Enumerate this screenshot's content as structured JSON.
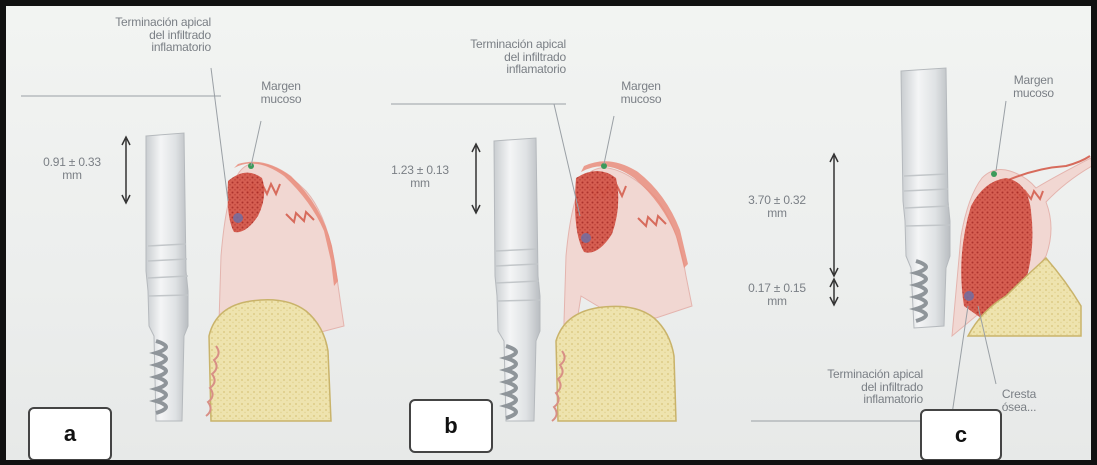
{
  "panels": [
    {
      "id": "a",
      "label": "a",
      "apical_label": "Terminación apical\ndel infiltrado\ninflamatorio",
      "margin_label": "Margen\nmucoso",
      "measurement": "0.91 ± 0.33\nmm"
    },
    {
      "id": "b",
      "label": "b",
      "apical_label": "Terminación apical\ndel infiltrado\ninflamatorio",
      "margin_label": "Margen\nmucoso",
      "measurement": "1.23 ± 0.13\nmm"
    },
    {
      "id": "c",
      "label": "c",
      "apical_label": "Terminación apical\ndel infiltrado\ninflamatorio",
      "margin_label": "Margen\nmucoso",
      "measurement_top": "3.70 ± 0.32\nmm",
      "measurement_bottom": "0.17 ± 0.15\nmm",
      "crest_label": "Cresta\nósea..."
    }
  ]
}
